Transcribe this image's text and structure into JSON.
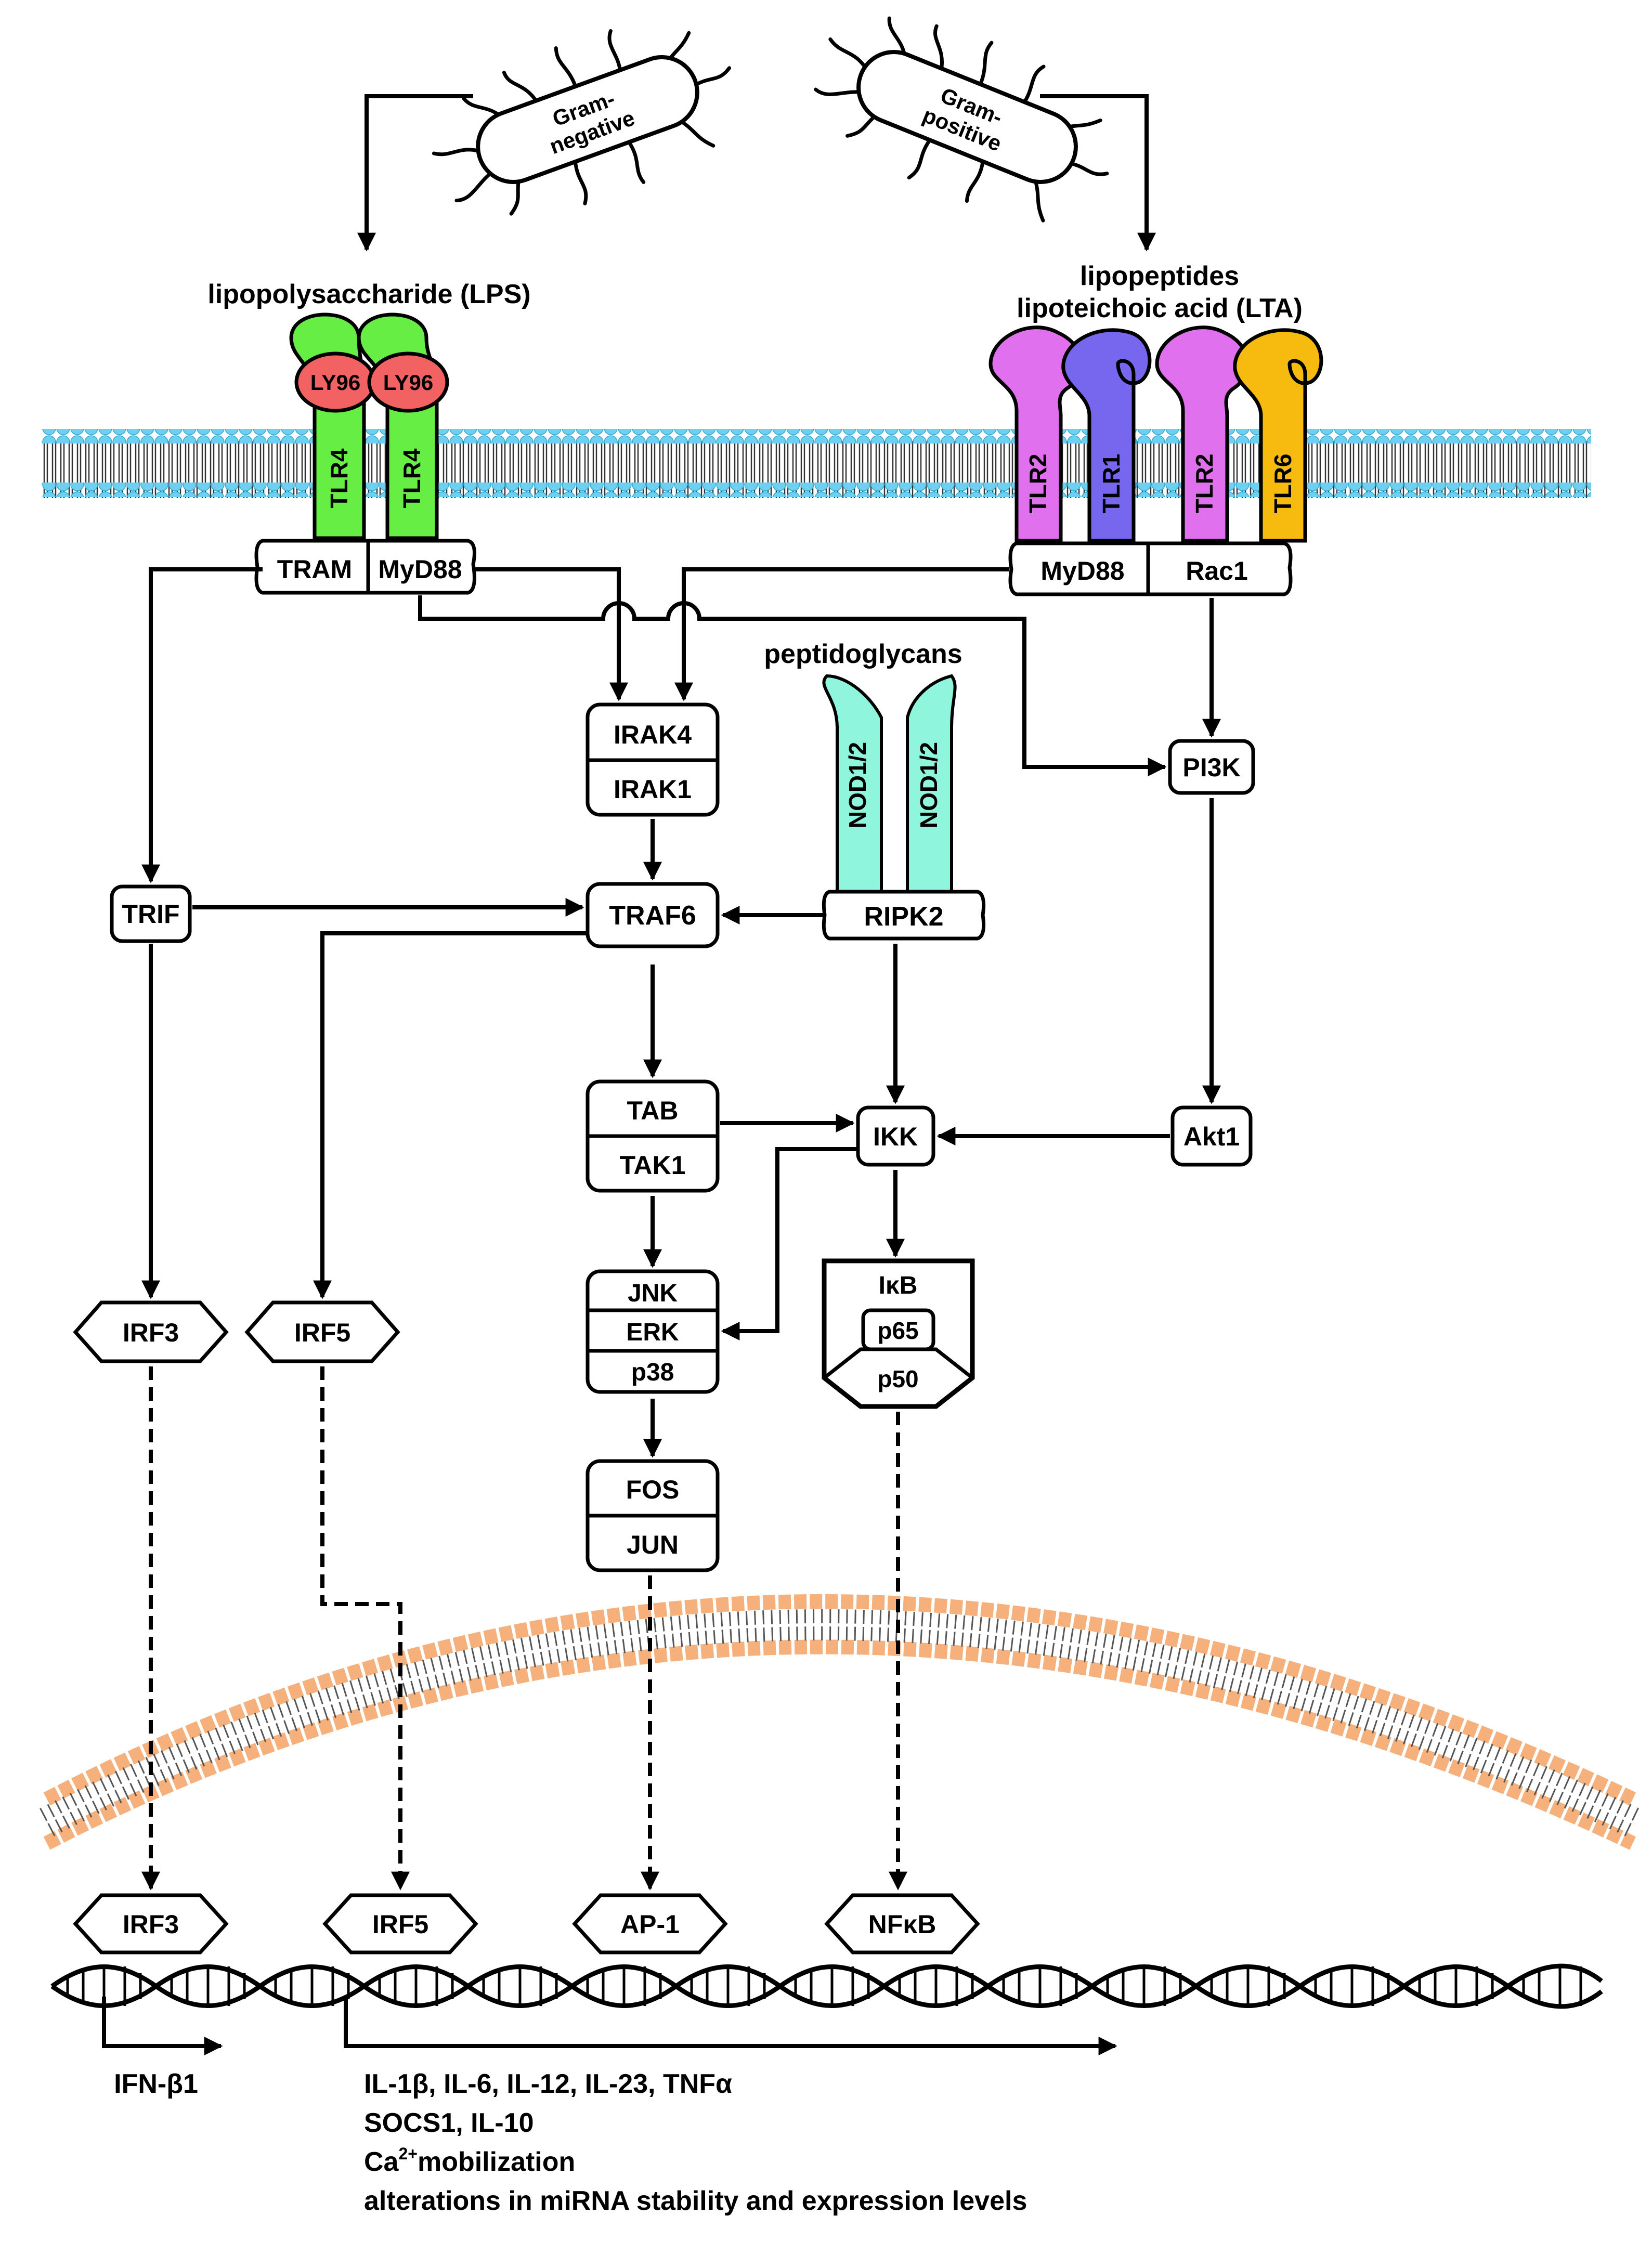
{
  "bacteria": {
    "gram_negative": [
      "Gram-",
      "negative"
    ],
    "gram_positive": [
      "Gram-",
      "positive"
    ]
  },
  "ligands": {
    "lps": "lipopolysaccharide (LPS)",
    "lipopeptides": "lipopeptides",
    "lta": "lipoteichoic acid (LTA)",
    "peptidoglycans": "peptidoglycans"
  },
  "receptors": {
    "ly96_left": "LY96",
    "ly96_right": "LY96",
    "tlr4_left": "TLR4",
    "tlr4_right": "TLR4",
    "tlr2_a": "TLR2",
    "tlr1": "TLR1",
    "tlr2_b": "TLR2",
    "tlr6": "TLR6",
    "nod_left": "NOD1/2",
    "nod_right": "NOD1/2"
  },
  "adaptors": {
    "tram": "TRAM",
    "myd88_left": "MyD88",
    "myd88_right": "MyD88",
    "rac1": "Rac1"
  },
  "nodes": {
    "irak4": "IRAK4",
    "irak1": "IRAK1",
    "pi3k": "PI3K",
    "trif": "TRIF",
    "traf6": "TRAF6",
    "ripk2": "RIPK2",
    "tab": "TAB",
    "tak1": "TAK1",
    "ikk": "IKK",
    "akt1": "Akt1",
    "jnk": "JNK",
    "erk": "ERK",
    "p38": "p38",
    "ikb": "IκB",
    "p65": "p65",
    "p50": "p50",
    "fos": "FOS",
    "jun": "JUN",
    "irf3_cyto": "IRF3",
    "irf5_cyto": "IRF5"
  },
  "nuclear_factors": {
    "irf3": "IRF3",
    "irf5": "IRF5",
    "ap1": "AP-1",
    "nfkb": "NFκB"
  },
  "outputs": {
    "ifn": "IFN-β1",
    "line1": "IL-1β, IL-6, IL-12, IL-23, TNFα",
    "line2": "SOCS1, IL-10",
    "line3_prefix": "Ca",
    "line3_sup": "2+",
    "line3_suffix": "mobilization",
    "line4": "alterations in miRNA stability and expression levels"
  },
  "colors": {
    "tlr4": "#66ee44",
    "ly96": "#f26262",
    "tlr2": "#e070ee",
    "tlr1": "#7766ee",
    "tlr6": "#f7bb10",
    "nod": "#8ff5dd",
    "membrane_head_plasma": "#6ed0f0",
    "membrane_head_nuclear": "#f5b07c"
  }
}
